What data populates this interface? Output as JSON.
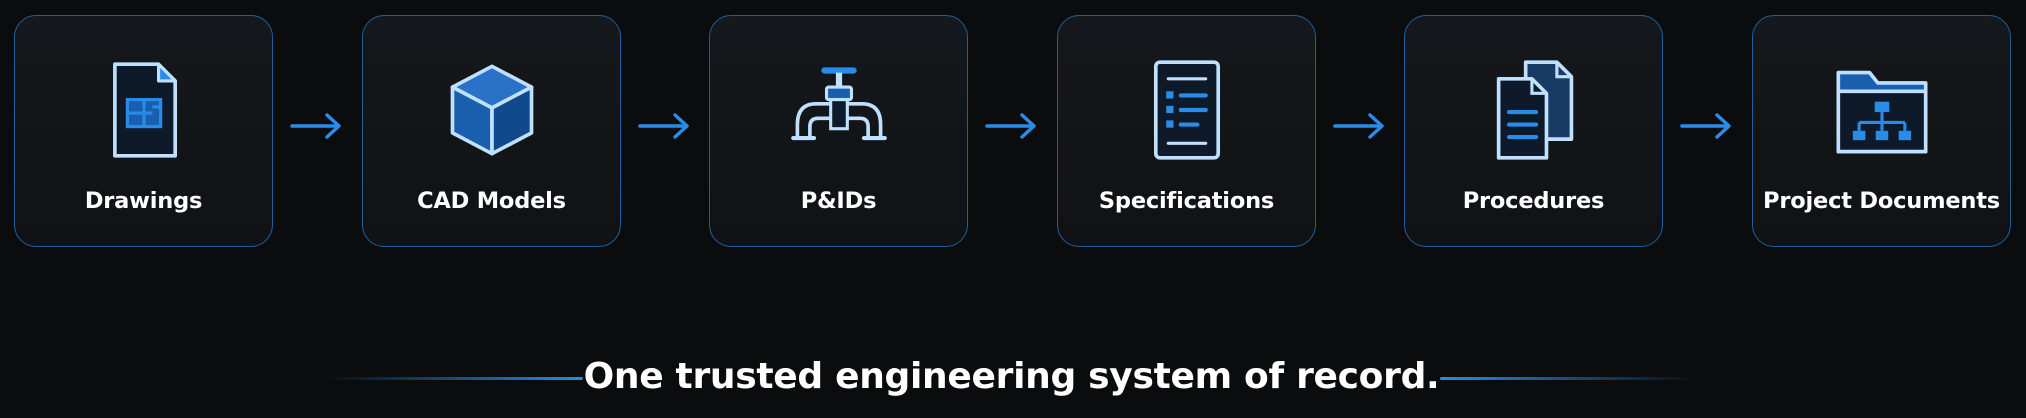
{
  "colors": {
    "background": "#0b0c0e",
    "card_border": "#1e5f9c",
    "accent": "#2a8ce6",
    "icon_fill": "#1a5fae",
    "icon_stroke": "#bfe0ff",
    "text": "#ffffff"
  },
  "steps": [
    {
      "label": "Drawings",
      "icon": "blueprint-document-icon"
    },
    {
      "label": "CAD Models",
      "icon": "cube-icon"
    },
    {
      "label": "P&IDs",
      "icon": "pipe-valve-icon"
    },
    {
      "label": "Specifications",
      "icon": "checklist-icon"
    },
    {
      "label": "Procedures",
      "icon": "stacked-documents-icon"
    },
    {
      "label": "Project Documents",
      "icon": "folder-hierarchy-icon"
    }
  ],
  "tagline": "One trusted engineering system of record."
}
